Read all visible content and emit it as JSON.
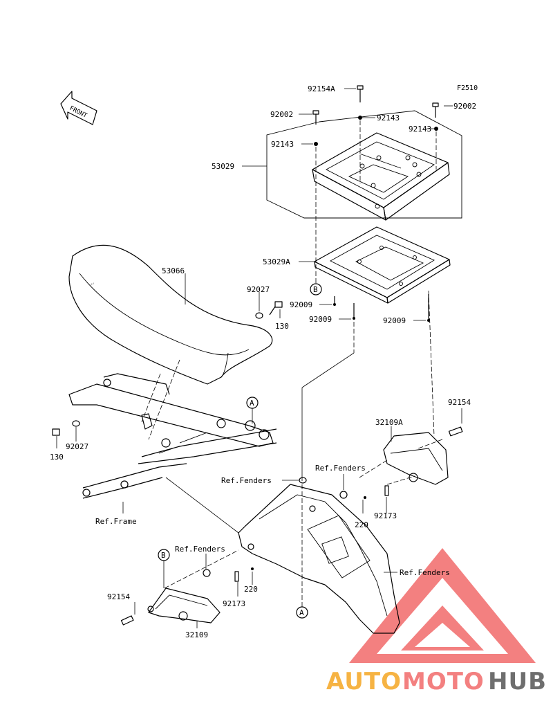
{
  "figure_code": "F2510",
  "front_label": "FRONT",
  "watermark": {
    "part1": "AUTO",
    "part2": "MOTO",
    "part3": "HUB",
    "color_accent": "#f26b6b",
    "color_dark": "#555555"
  },
  "labels": {
    "seat": "53066",
    "bolt_92027_top": "92027",
    "bolt_130_top": "130",
    "bolt_92027_left": "92027",
    "bolt_130_left": "130",
    "ref_frame": "Ref.Frame",
    "bolt_92154A": "92154A",
    "bolt_92002_left": "92002",
    "bolt_92002_right": "92002",
    "washer_92143_a": "92143",
    "washer_92143_b": "92143",
    "washer_92143_c": "92143",
    "carrier_53029": "53029",
    "plate_53029A": "53029A",
    "bolt_92009_a": "92009",
    "bolt_92009_b": "92009",
    "bolt_92009_c": "92009",
    "bolt_92154_right": "92154",
    "bracket_32109A": "32109A",
    "ref_fenders_1": "Ref.Fenders",
    "ref_fenders_2": "Ref.Fenders",
    "ref_fenders_3": "Ref.Fenders",
    "ref_fenders_4": "Ref.Fenders",
    "nut_220_right": "220",
    "clip_92173_right": "92173",
    "nut_220_left": "220",
    "clip_92173_left": "92173",
    "bolt_92154_left": "92154",
    "bracket_32109": "32109",
    "marker_A": "A",
    "marker_B": "B"
  }
}
